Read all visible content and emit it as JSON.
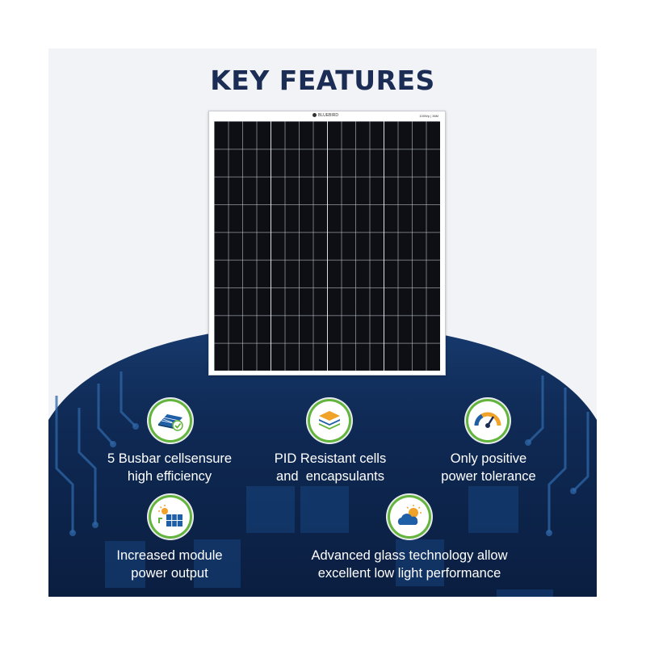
{
  "title": "KEY FEATURES",
  "panel": {
    "logo_text": "BLUEBIRD",
    "model_text": "100Wp | 36M"
  },
  "features": [
    {
      "icon": "busbar-cell-icon",
      "line1": "5 Busbar cellsensure",
      "line2": "high efficiency"
    },
    {
      "icon": "layers-icon",
      "line1": "PID Resistant cells",
      "line2": "and  encapsulants"
    },
    {
      "icon": "gauge-icon",
      "line1": "Only positive",
      "line2": "power tolerance"
    },
    {
      "icon": "solar-output-icon",
      "line1": "Increased module",
      "line2": "power output"
    },
    {
      "icon": "sun-cloud-icon",
      "line1": "Advanced glass technology allow",
      "line2": "excellent low light performance"
    }
  ],
  "colors": {
    "navy": "#1c2d55",
    "dome": "#0d2147",
    "accent_green": "#62b43c",
    "icon_blue": "#1f5fa8",
    "icon_orange": "#f0a229"
  }
}
